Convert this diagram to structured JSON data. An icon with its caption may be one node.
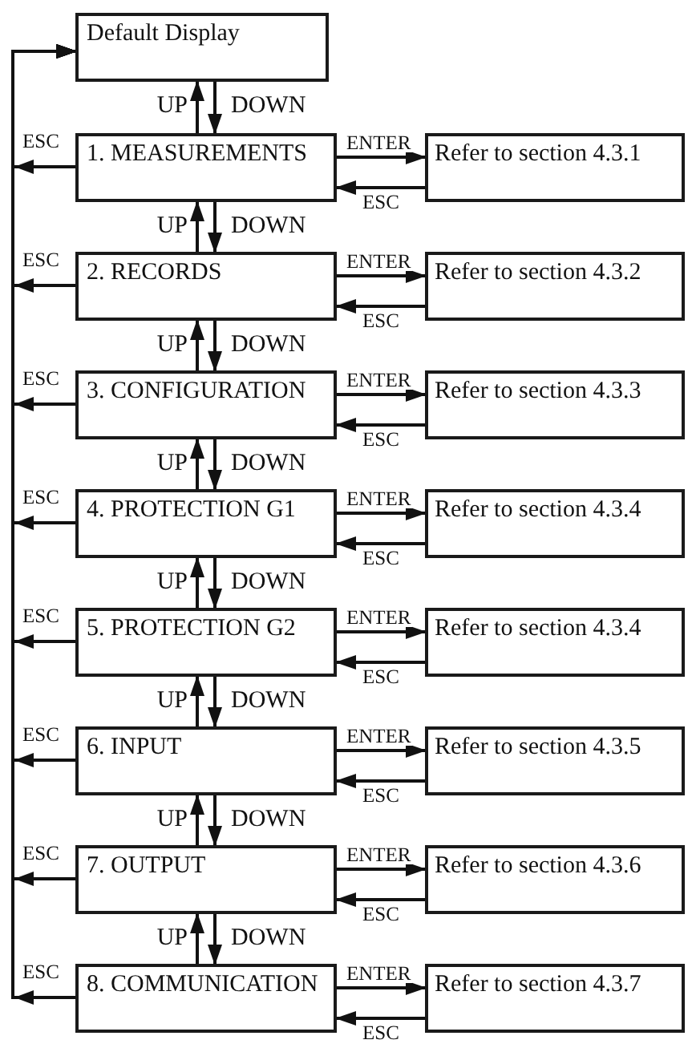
{
  "diagram": {
    "nodes": [
      {
        "text": [
          "Default Display"
        ]
      },
      {
        "text": [
          "1. MEASUREMENTS"
        ]
      },
      {
        "text": [
          "Refer to section 4.3.1"
        ]
      },
      {
        "text": [
          "2. RECORDS"
        ]
      },
      {
        "text": [
          "Refer to section 4.3.2"
        ]
      },
      {
        "text": [
          "3. CONFIGURATION"
        ]
      },
      {
        "text": [
          "Refer to section 4.3.3"
        ]
      },
      {
        "text": [
          "4. PROTECTION G1"
        ]
      },
      {
        "text": [
          "Refer to section 4.3.4"
        ]
      },
      {
        "text": [
          "5. PROTECTION G2"
        ]
      },
      {
        "text": [
          "Refer to section 4.3.4"
        ]
      },
      {
        "text": [
          "6. INPUT"
        ]
      },
      {
        "text": [
          "Refer to section 4.3.5"
        ]
      },
      {
        "text": [
          "7. OUTPUT"
        ]
      },
      {
        "text": [
          "Refer to section 4.3.6"
        ]
      },
      {
        "text": [
          "8. COMMUNICATION"
        ]
      },
      {
        "text": [
          "Refer to section 4.3.7"
        ]
      }
    ],
    "edges": [
      {
        "from": 1,
        "to": 0,
        "arrow": "to",
        "label": "UP"
      },
      {
        "from": 0,
        "to": 1,
        "arrow": "to",
        "label": "DOWN"
      },
      {
        "from": 1,
        "to": 2,
        "arrow": "to",
        "label": "ENTER"
      },
      {
        "from": 2,
        "to": 1,
        "arrow": "to",
        "label": "ESC"
      },
      {
        "from": 1,
        "to": 0,
        "arrow": "to",
        "label": "ESC"
      },
      {
        "from": 3,
        "to": 1,
        "arrow": "to",
        "label": "UP"
      },
      {
        "from": 1,
        "to": 3,
        "arrow": "to",
        "label": "DOWN"
      },
      {
        "from": 3,
        "to": 4,
        "arrow": "to",
        "label": "ENTER"
      },
      {
        "from": 4,
        "to": 3,
        "arrow": "to",
        "label": "ESC"
      },
      {
        "from": 3,
        "to": 0,
        "arrow": "to",
        "label": "ESC"
      },
      {
        "from": 5,
        "to": 3,
        "arrow": "to",
        "label": "UP"
      },
      {
        "from": 3,
        "to": 5,
        "arrow": "to",
        "label": "DOWN"
      },
      {
        "from": 5,
        "to": 6,
        "arrow": "to",
        "label": "ENTER"
      },
      {
        "from": 6,
        "to": 5,
        "arrow": "to",
        "label": "ESC"
      },
      {
        "from": 5,
        "to": 0,
        "arrow": "to",
        "label": "ESC"
      },
      {
        "from": 7,
        "to": 5,
        "arrow": "to",
        "label": "UP"
      },
      {
        "from": 5,
        "to": 7,
        "arrow": "to",
        "label": "DOWN"
      },
      {
        "from": 7,
        "to": 8,
        "arrow": "to",
        "label": "ENTER"
      },
      {
        "from": 8,
        "to": 7,
        "arrow": "to",
        "label": "ESC"
      },
      {
        "from": 7,
        "to": 0,
        "arrow": "to",
        "label": "ESC"
      },
      {
        "from": 9,
        "to": 7,
        "arrow": "to",
        "label": "UP"
      },
      {
        "from": 7,
        "to": 9,
        "arrow": "to",
        "label": "DOWN"
      },
      {
        "from": 9,
        "to": 10,
        "arrow": "to",
        "label": "ENTER"
      },
      {
        "from": 10,
        "to": 9,
        "arrow": "to",
        "label": "ESC"
      },
      {
        "from": 9,
        "to": 0,
        "arrow": "to",
        "label": "ESC"
      },
      {
        "from": 11,
        "to": 9,
        "arrow": "to",
        "label": "UP"
      },
      {
        "from": 9,
        "to": 11,
        "arrow": "to",
        "label": "DOWN"
      },
      {
        "from": 11,
        "to": 12,
        "arrow": "to",
        "label": "ENTER"
      },
      {
        "from": 12,
        "to": 11,
        "arrow": "to",
        "label": "ESC"
      },
      {
        "from": 11,
        "to": 0,
        "arrow": "to",
        "label": "ESC"
      },
      {
        "from": 13,
        "to": 11,
        "arrow": "to",
        "label": "UP"
      },
      {
        "from": 11,
        "to": 13,
        "arrow": "to",
        "label": "DOWN"
      },
      {
        "from": 13,
        "to": 14,
        "arrow": "to",
        "label": "ENTER"
      },
      {
        "from": 14,
        "to": 13,
        "arrow": "to",
        "label": "ESC"
      },
      {
        "from": 13,
        "to": 0,
        "arrow": "to",
        "label": "ESC"
      },
      {
        "from": 15,
        "to": 13,
        "arrow": "to",
        "label": "UP"
      },
      {
        "from": 13,
        "to": 15,
        "arrow": "to",
        "label": "DOWN"
      },
      {
        "from": 15,
        "to": 16,
        "arrow": "to",
        "label": "ENTER"
      },
      {
        "from": 16,
        "to": 15,
        "arrow": "to",
        "label": "ESC"
      },
      {
        "from": 15,
        "to": 0,
        "arrow": "to",
        "label": "ESC"
      }
    ]
  }
}
